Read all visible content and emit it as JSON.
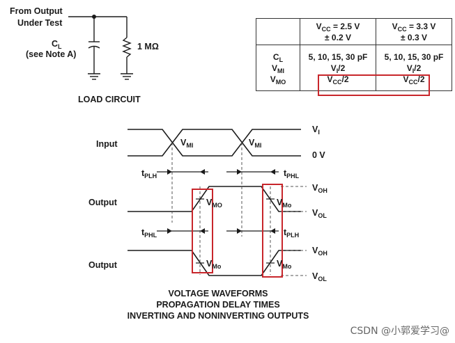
{
  "load_circuit": {
    "from_output_line1": "From Output",
    "from_output_line2": "Under Test",
    "cl_label": "C",
    "cl_sub": "L",
    "note_label": "(see Note A)",
    "resistor_label": "1 MΩ",
    "title": "LOAD CIRCUIT"
  },
  "table": {
    "header_col1": {
      "v": "V",
      "sub": "CC",
      "rest": " = 2.5 V",
      "tol": "± 0.2 V"
    },
    "header_col2": {
      "v": "V",
      "sub": "CC",
      "rest": " = 3.3 V",
      "tol": "± 0.3 V"
    },
    "rows": {
      "cl": {
        "param": "C",
        "param_sub": "L",
        "col1": "5, 10, 15, 30 pF",
        "col2": "5, 10, 15, 30 pF"
      },
      "vmi": {
        "param": "V",
        "param_sub": "MI",
        "col1_v": "V",
        "col1_sub": "I",
        "col1_rest": "/2",
        "col2_v": "V",
        "col2_sub": "I",
        "col2_rest": "/2"
      },
      "vmo": {
        "param": "V",
        "param_sub": "MO",
        "col1_v": "V",
        "col1_sub": "CC",
        "col1_rest": "/2",
        "col2_v": "V",
        "col2_sub": "CC",
        "col2_rest": "/2"
      }
    }
  },
  "waveforms": {
    "input_label": "Input",
    "output1_label": "Output",
    "output2_label": "Output",
    "vmi": {
      "v": "V",
      "sub": "MI"
    },
    "vmo": {
      "v": "V",
      "sub": "MO"
    },
    "vmo_lower": {
      "v": "V",
      "sub": "Mo"
    },
    "vi": {
      "v": "V",
      "sub": "I"
    },
    "zero_v": "0 V",
    "voh": {
      "v": "V",
      "sub": "OH"
    },
    "vol": {
      "v": "V",
      "sub": "OL"
    },
    "tplh": {
      "t": "t",
      "sub": "PLH"
    },
    "tphl": {
      "t": "t",
      "sub": "PHL"
    }
  },
  "caption": {
    "line1": "VOLTAGE WAVEFORMS",
    "line2": "PROPAGATION DELAY TIMES",
    "line3": "INVERTING AND NONINVERTING OUTPUTS"
  },
  "watermark": "CSDN @小郭爱学习@",
  "colors": {
    "line": "#1a1a1a",
    "highlight": "#c8262b",
    "dashed": "#555555"
  }
}
